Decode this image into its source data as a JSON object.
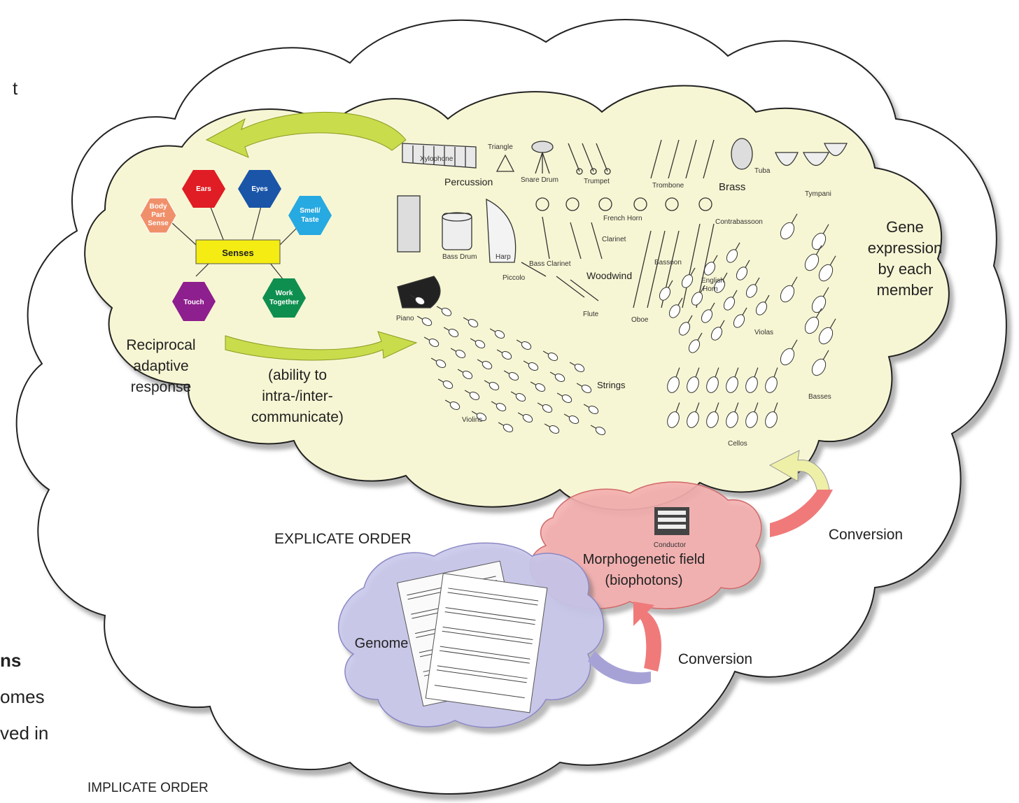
{
  "outer": {
    "explicate_order": "EXPLICATE ORDER",
    "implicate_order": "IMPLICATE ORDER",
    "left_fragments": [
      "t",
      "ns",
      "omes",
      "ved in"
    ]
  },
  "senses": {
    "center": "Senses",
    "hexagons": [
      {
        "label": "Body Part Sense",
        "color": "#f0906a"
      },
      {
        "label": "Ears",
        "color": "#e01c24"
      },
      {
        "label": "Eyes",
        "color": "#1a55a8"
      },
      {
        "label": "Smell/ Taste",
        "color": "#27a9e1"
      },
      {
        "label": "Touch",
        "color": "#8e1f8e"
      },
      {
        "label": "Work Together",
        "color": "#0f8f4f"
      }
    ]
  },
  "reciprocal": [
    "Reciprocal",
    "adaptive",
    "response"
  ],
  "communicate": [
    "(ability to",
    "intra-/inter-",
    "communicate)"
  ],
  "orchestra": {
    "sections": {
      "percussion": "Percussion",
      "brass": "Brass",
      "woodwind": "Woodwind",
      "strings": "Strings"
    },
    "instruments": {
      "xylophone": "Xylophone",
      "triangle": "Triangle",
      "snare_drum": "Snare Drum",
      "trumpet": "Trumpet",
      "trombone": "Trombone",
      "tuba": "Tuba",
      "tympani": "Tympani",
      "french_horn": "French Horn",
      "clarinet": "Clarinet",
      "contrabassoon": "Contrabassoon",
      "bassoon": "Bassoon",
      "english_horn": [
        "English",
        "Horn"
      ],
      "bass_drum": "Bass Drum",
      "harp": "Harp",
      "bass_clarinet": "Bass Clarinet",
      "piccolo": "Piccolo",
      "flute": "Flute",
      "oboe": "Oboe",
      "piano": "Piano",
      "violins": "Violins",
      "violas": "Violas",
      "cellos": "Cellos",
      "basses": "Basses"
    }
  },
  "gene_expression": [
    "Gene",
    "expression",
    "by each",
    "member"
  ],
  "morphogenetic": {
    "conductor": "Conductor",
    "lines": [
      "Morphogenetic field",
      "(biophotons)"
    ]
  },
  "genome": "Genome",
  "conversion_labels": [
    "Conversion",
    "Conversion"
  ],
  "colors": {
    "inner_cloud": "#f7f6d4",
    "morph_cloud": "#f4aeae",
    "genome_cloud": "#c8c6ea",
    "arrow_green": "#c9dc4c",
    "arrow_red": "#f07a7a",
    "arrow_purple": "#a7a2d6",
    "senses_box": "#f4ec12"
  }
}
